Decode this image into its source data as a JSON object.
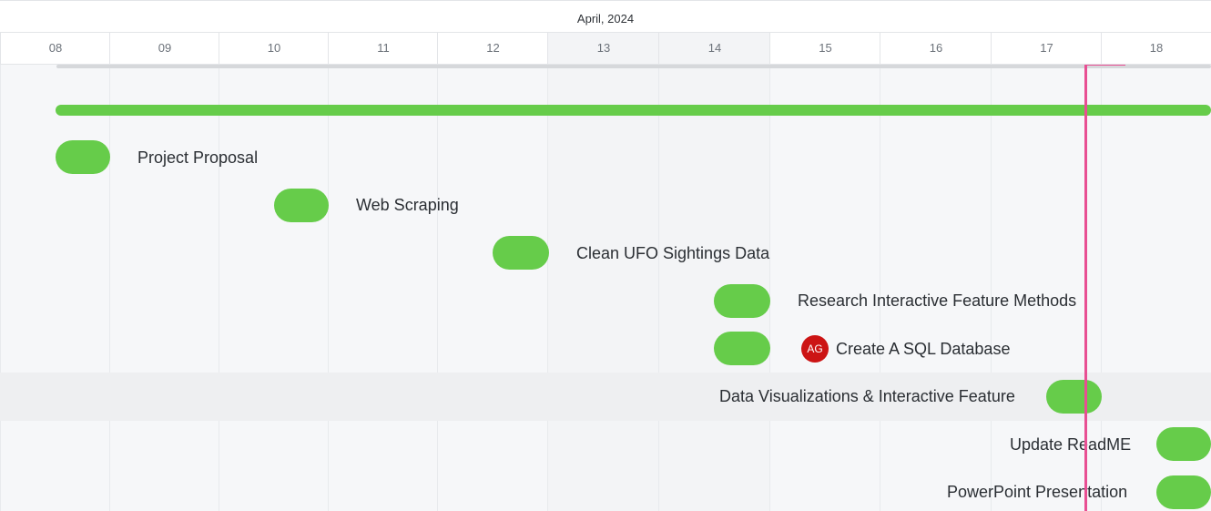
{
  "header": {
    "month": "April, 2024"
  },
  "days": [
    {
      "label": "08",
      "weekend": false
    },
    {
      "label": "09",
      "weekend": false
    },
    {
      "label": "10",
      "weekend": false
    },
    {
      "label": "11",
      "weekend": false
    },
    {
      "label": "12",
      "weekend": false
    },
    {
      "label": "13",
      "weekend": true
    },
    {
      "label": "14",
      "weekend": true
    },
    {
      "label": "15",
      "weekend": false
    },
    {
      "label": "16",
      "weekend": false
    },
    {
      "label": "17",
      "weekend": false
    },
    {
      "label": "18",
      "weekend": false
    }
  ],
  "tasks": [
    {
      "label": "Project Proposal"
    },
    {
      "label": "Web Scraping"
    },
    {
      "label": "Clean UFO Sightings Data"
    },
    {
      "label": "Research Interactive Feature Methods"
    },
    {
      "label": "Create A SQL Database",
      "assignee": "AG"
    },
    {
      "label": "Data Visualizations & Interactive Feature"
    },
    {
      "label": "Update ReadME"
    },
    {
      "label": "PowerPoint Presentation"
    }
  ],
  "colors": {
    "bar": "#66cc4a",
    "today": "#e84f93",
    "avatar": "#cc1414"
  }
}
